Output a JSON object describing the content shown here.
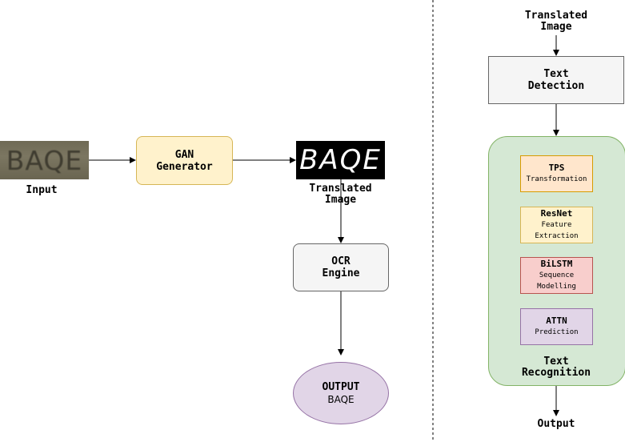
{
  "left": {
    "input_image_text": "BAQE",
    "input_label": "Input",
    "gan": {
      "line1": "GAN",
      "line2": "Generator"
    },
    "translated_image_text": "BAQE",
    "translated_label": {
      "line1": "Translated",
      "line2": "Image"
    },
    "ocr": {
      "line1": "OCR",
      "line2": "Engine"
    },
    "output": {
      "title": "OUTPUT",
      "value": "BAQE"
    }
  },
  "right": {
    "translated_label": {
      "line1": "Translated",
      "line2": "Image"
    },
    "text_detection": {
      "line1": "Text",
      "line2": "Detection"
    },
    "modules": [
      {
        "title": "TPS",
        "sub1": "Transformation",
        "sub2": ""
      },
      {
        "title": "ResNet",
        "sub1": "Feature",
        "sub2": "Extraction"
      },
      {
        "title": "BiLSTM",
        "sub1": "Sequence",
        "sub2": "Modelling"
      },
      {
        "title": "ATTN",
        "sub1": "Prediction",
        "sub2": ""
      }
    ],
    "text_recognition": {
      "line1": "Text",
      "line2": "Recognition"
    },
    "output_label": "Output"
  },
  "colors": {
    "gan_fill": "#fff2cc",
    "ocr_fill": "#f5f5f5",
    "output_fill": "#e1d5e7",
    "recognition_fill": "#d5e8d4",
    "tps_fill": "#ffe6cc",
    "resnet_fill": "#fff2cc",
    "bilstm_fill": "#f8cecc",
    "attn_fill": "#e1d5e7"
  }
}
